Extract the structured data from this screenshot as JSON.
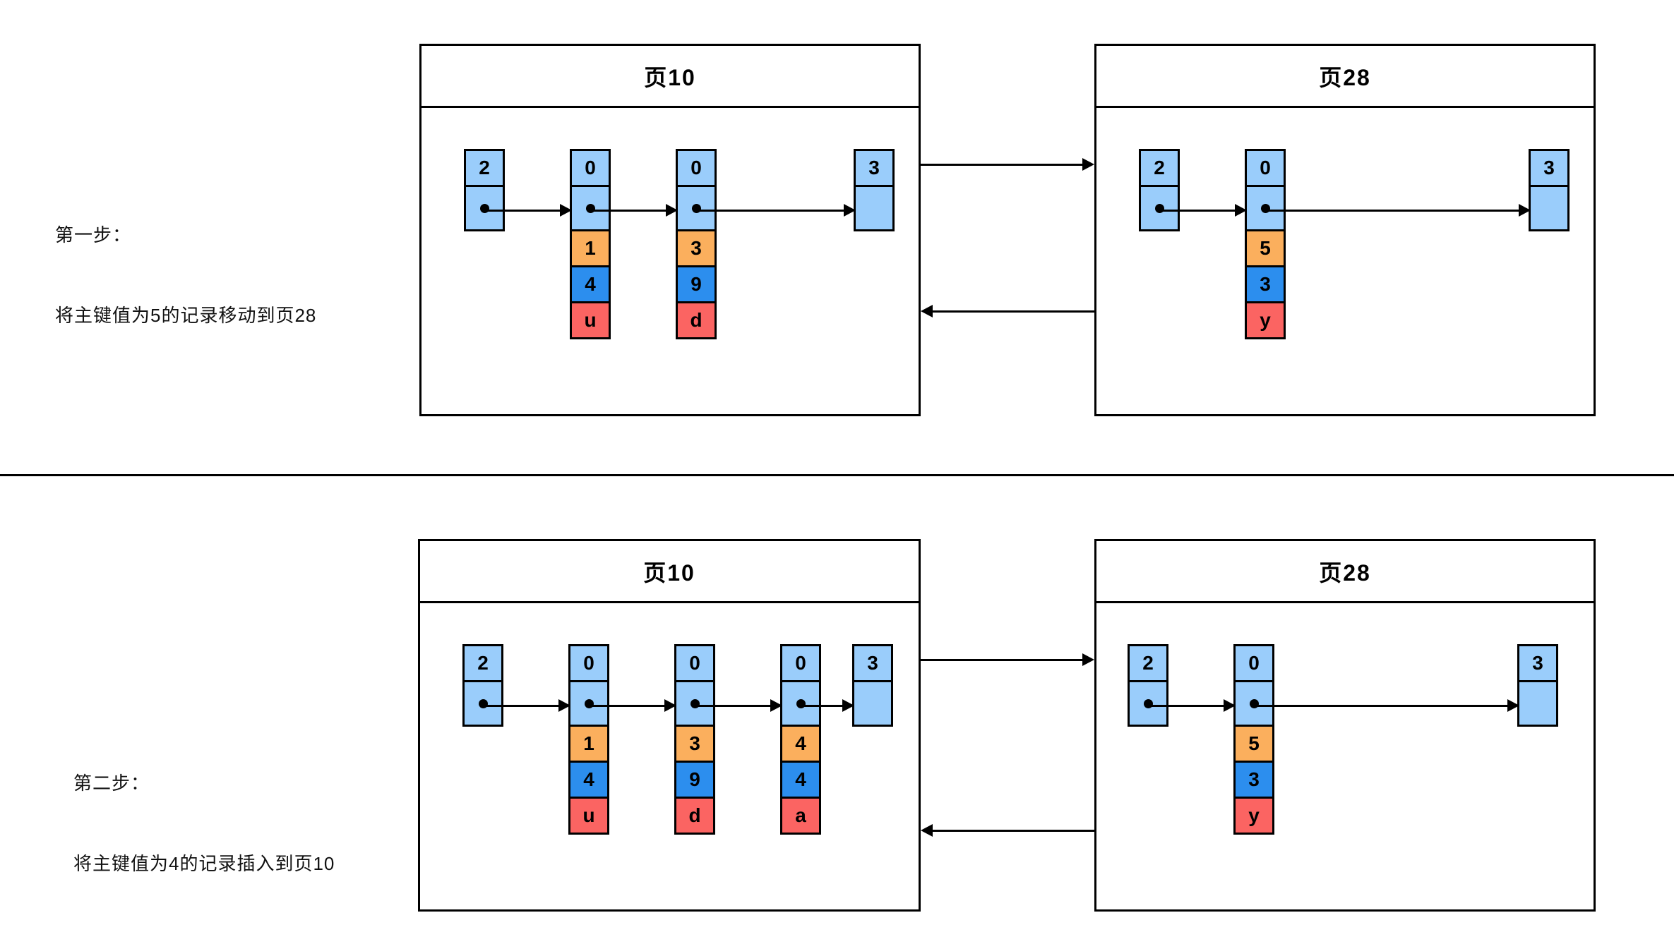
{
  "diagram": {
    "title_present": false,
    "colors": {
      "light_blue": "#9ACDFB",
      "orange": "#FBAF5D",
      "blue": "#2C8EEE",
      "red": "#FB6462",
      "stroke": "#000000",
      "background": "#FFFFFF"
    }
  },
  "steps": [
    {
      "caption_line1": "第一步：",
      "caption_line2": "将主键值为5的记录移动到页28",
      "left_page": {
        "title": "页10",
        "nodes": [
          {
            "role": "infimum",
            "cells": [
              {
                "text": "2",
                "color": "light_blue"
              },
              {
                "text": "",
                "color": "light_blue",
                "pointer": true
              }
            ]
          },
          {
            "role": "record",
            "cells": [
              {
                "text": "0",
                "color": "light_blue"
              },
              {
                "text": "",
                "color": "light_blue",
                "pointer": true
              },
              {
                "text": "1",
                "color": "orange"
              },
              {
                "text": "4",
                "color": "blue"
              },
              {
                "text": "u",
                "color": "red"
              }
            ]
          },
          {
            "role": "record",
            "cells": [
              {
                "text": "0",
                "color": "light_blue"
              },
              {
                "text": "",
                "color": "light_blue",
                "pointer": true
              },
              {
                "text": "3",
                "color": "orange"
              },
              {
                "text": "9",
                "color": "blue"
              },
              {
                "text": "d",
                "color": "red"
              }
            ]
          },
          {
            "role": "supremum",
            "cells": [
              {
                "text": "3",
                "color": "light_blue"
              },
              {
                "text": "",
                "color": "light_blue",
                "pointer": false
              }
            ]
          }
        ]
      },
      "right_page": {
        "title": "页28",
        "nodes": [
          {
            "role": "infimum",
            "cells": [
              {
                "text": "2",
                "color": "light_blue"
              },
              {
                "text": "",
                "color": "light_blue",
                "pointer": true
              }
            ]
          },
          {
            "role": "record",
            "cells": [
              {
                "text": "0",
                "color": "light_blue"
              },
              {
                "text": "",
                "color": "light_blue",
                "pointer": true
              },
              {
                "text": "5",
                "color": "orange"
              },
              {
                "text": "3",
                "color": "blue"
              },
              {
                "text": "y",
                "color": "red"
              }
            ]
          },
          {
            "role": "supremum",
            "cells": [
              {
                "text": "3",
                "color": "light_blue"
              },
              {
                "text": "",
                "color": "light_blue",
                "pointer": false
              }
            ]
          }
        ]
      },
      "connectors": [
        {
          "direction": "right",
          "label": ""
        },
        {
          "direction": "left",
          "label": ""
        }
      ]
    },
    {
      "caption_line1": "第二步：",
      "caption_line2": "将主键值为4的记录插入到页10",
      "left_page": {
        "title": "页10",
        "nodes": [
          {
            "role": "infimum",
            "cells": [
              {
                "text": "2",
                "color": "light_blue"
              },
              {
                "text": "",
                "color": "light_blue",
                "pointer": true
              }
            ]
          },
          {
            "role": "record",
            "cells": [
              {
                "text": "0",
                "color": "light_blue"
              },
              {
                "text": "",
                "color": "light_blue",
                "pointer": true
              },
              {
                "text": "1",
                "color": "orange"
              },
              {
                "text": "4",
                "color": "blue"
              },
              {
                "text": "u",
                "color": "red"
              }
            ]
          },
          {
            "role": "record",
            "cells": [
              {
                "text": "0",
                "color": "light_blue"
              },
              {
                "text": "",
                "color": "light_blue",
                "pointer": true
              },
              {
                "text": "3",
                "color": "orange"
              },
              {
                "text": "9",
                "color": "blue"
              },
              {
                "text": "d",
                "color": "red"
              }
            ]
          },
          {
            "role": "record",
            "cells": [
              {
                "text": "0",
                "color": "light_blue"
              },
              {
                "text": "",
                "color": "light_blue",
                "pointer": true
              },
              {
                "text": "4",
                "color": "orange"
              },
              {
                "text": "4",
                "color": "blue"
              },
              {
                "text": "a",
                "color": "red"
              }
            ]
          },
          {
            "role": "supremum",
            "cells": [
              {
                "text": "3",
                "color": "light_blue"
              },
              {
                "text": "",
                "color": "light_blue",
                "pointer": false
              }
            ]
          }
        ]
      },
      "right_page": {
        "title": "页28",
        "nodes": [
          {
            "role": "infimum",
            "cells": [
              {
                "text": "2",
                "color": "light_blue"
              },
              {
                "text": "",
                "color": "light_blue",
                "pointer": true
              }
            ]
          },
          {
            "role": "record",
            "cells": [
              {
                "text": "0",
                "color": "light_blue"
              },
              {
                "text": "",
                "color": "light_blue",
                "pointer": true
              },
              {
                "text": "5",
                "color": "orange"
              },
              {
                "text": "3",
                "color": "blue"
              },
              {
                "text": "y",
                "color": "red"
              }
            ]
          },
          {
            "role": "supremum",
            "cells": [
              {
                "text": "3",
                "color": "light_blue"
              },
              {
                "text": "",
                "color": "light_blue",
                "pointer": false
              }
            ]
          }
        ]
      },
      "connectors": [
        {
          "direction": "right",
          "label": ""
        },
        {
          "direction": "left",
          "label": ""
        }
      ]
    }
  ]
}
